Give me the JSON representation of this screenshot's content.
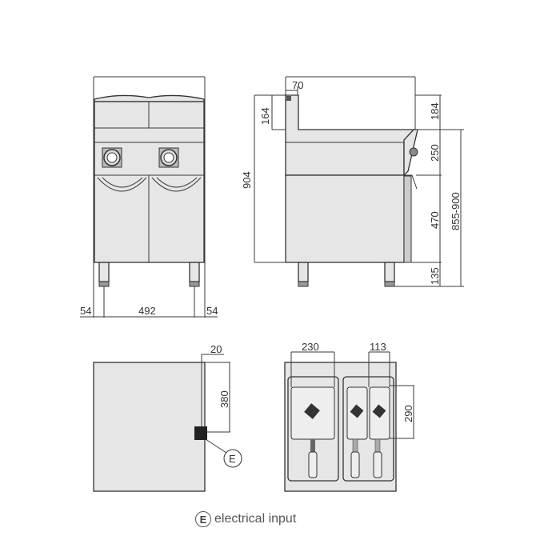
{
  "front_view": {
    "width_left_leg": "54",
    "leg_span": "492",
    "width_right_leg": "54"
  },
  "side_view": {
    "backsplash_depth": "70",
    "backsplash_height": "164",
    "total_height": "904",
    "top_section": "184",
    "panel_section": "250",
    "door_section": "470",
    "leg_height": "135",
    "work_height": "855-900"
  },
  "rear_view": {
    "offset": "20",
    "input_height": "380",
    "marker": "E"
  },
  "top_view": {
    "large_basket_width": "230",
    "small_basket_width": "113",
    "basket_depth": "290"
  },
  "legend": {
    "marker": "E",
    "label": "electrical input"
  }
}
